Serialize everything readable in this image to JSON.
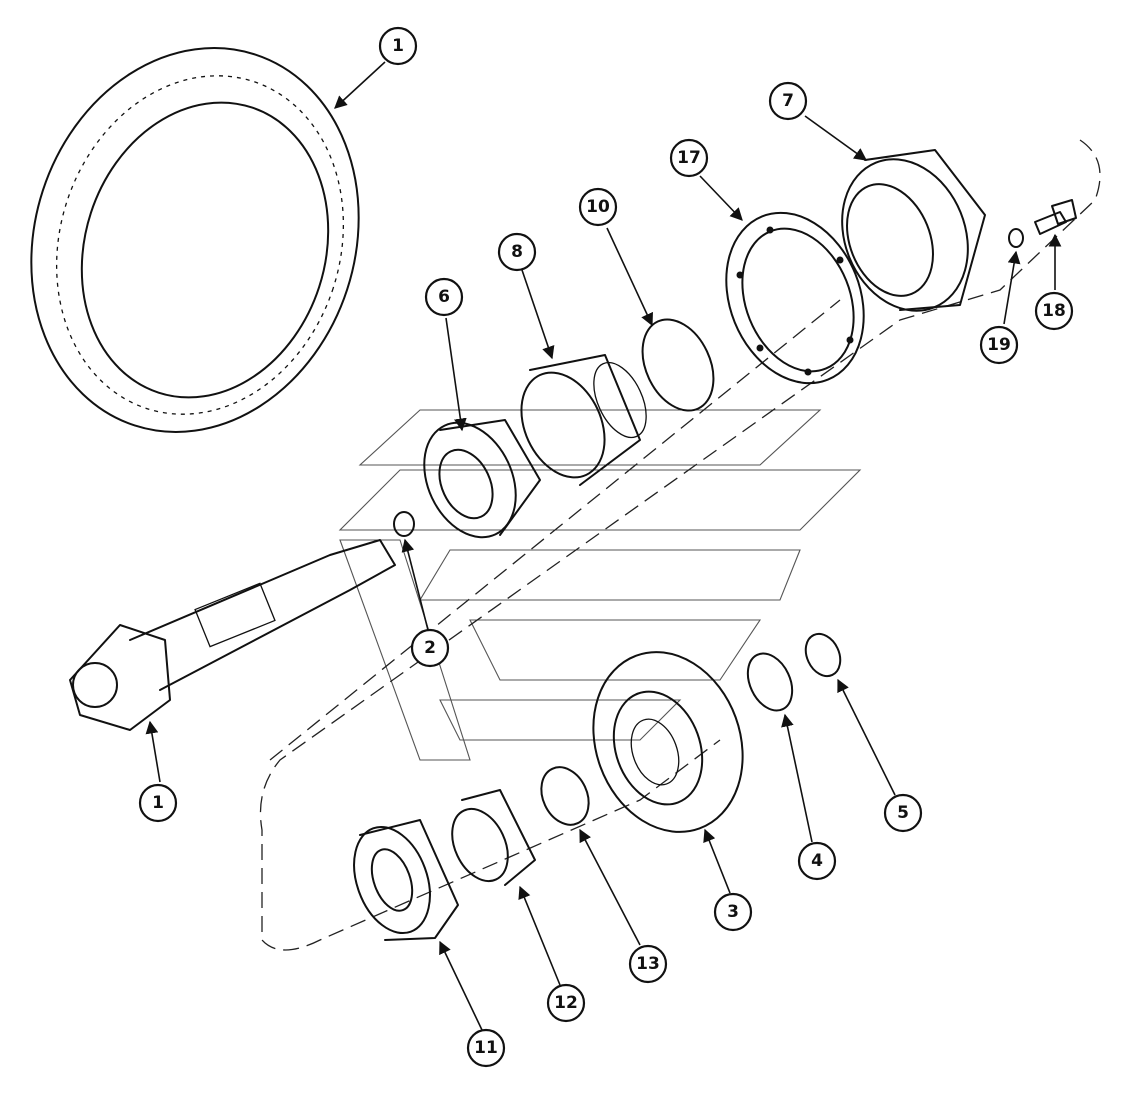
{
  "callouts": [
    {
      "label": "1"
    },
    {
      "label": "2"
    },
    {
      "label": "6"
    },
    {
      "label": "8"
    },
    {
      "label": "10"
    },
    {
      "label": "17"
    },
    {
      "label": "7"
    },
    {
      "label": "19"
    },
    {
      "label": "18"
    },
    {
      "label": "1"
    },
    {
      "label": "5"
    },
    {
      "label": "4"
    },
    {
      "label": "3"
    },
    {
      "label": "13"
    },
    {
      "label": "12"
    },
    {
      "label": "11"
    }
  ]
}
